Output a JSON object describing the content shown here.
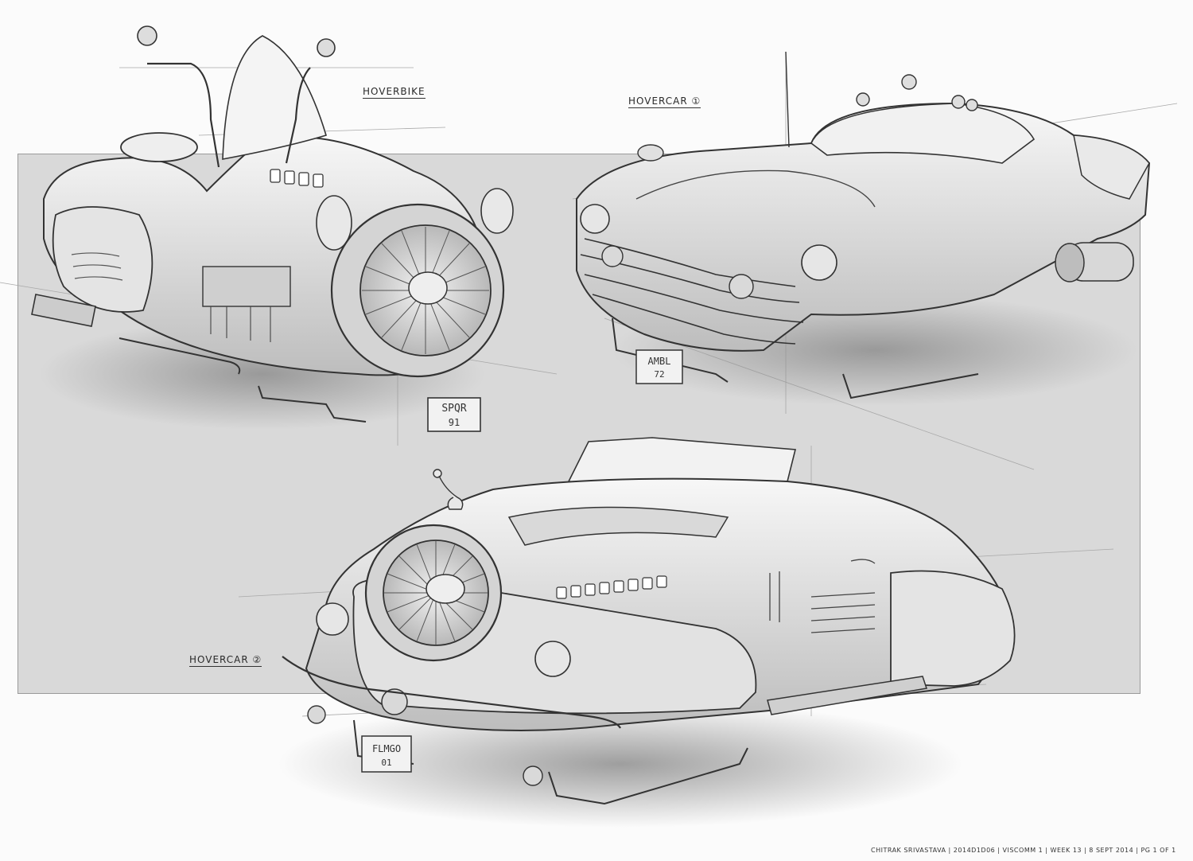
{
  "labels": {
    "hoverbike": "HOVERBIKE",
    "hovercar_1": "HOVERCAR ①",
    "hovercar_2": "HOVERCAR ②"
  },
  "plates": {
    "hoverbike": [
      "SPQR",
      "91"
    ],
    "hovercar_1": [
      "AMBL",
      "72"
    ],
    "hovercar_2": [
      "FLMGO",
      "01"
    ]
  },
  "footer": "CHITRAK SRIVASTAVA | 2014D1D06 | VISCOMM 1 | WEEK 13 | 8 SEPT 2014 | PG 1 OF 1",
  "colors": {
    "backdrop": "#d9d9d9",
    "ink": "#333333",
    "shadow": "#9e9e9e"
  }
}
